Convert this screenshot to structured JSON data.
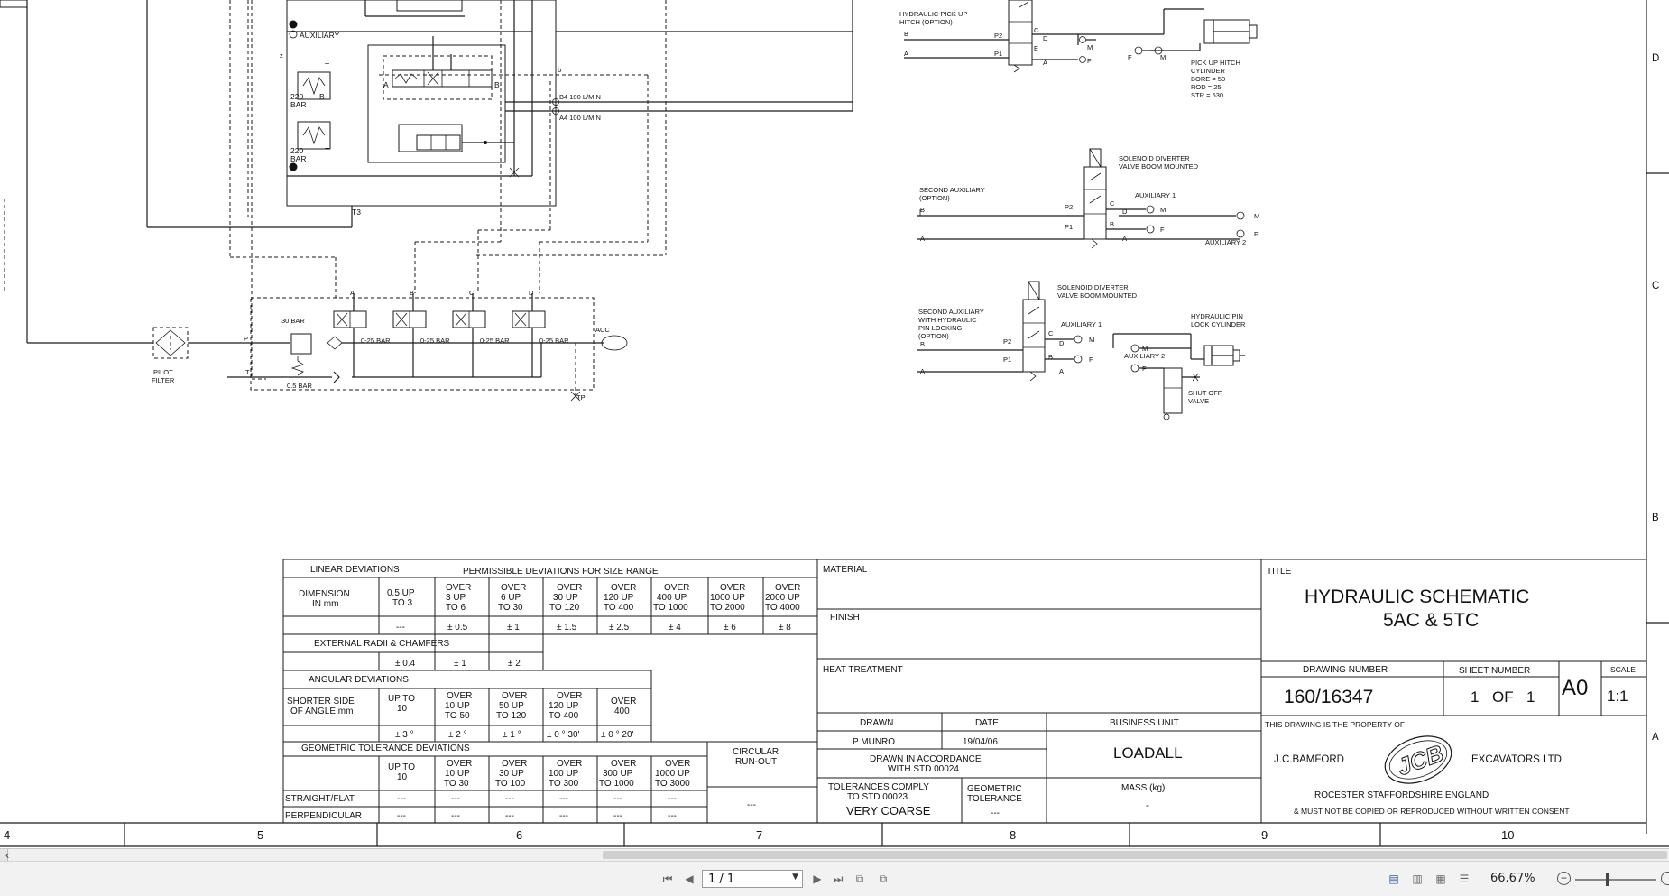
{
  "schematic": {
    "top_left": {
      "auxiliary": "AUXILIARY",
      "bar220_top": "220",
      "bar_top": "BAR",
      "bar220_bot": "220",
      "bar_bot": "BAR",
      "t_label": "T",
      "b_label": "B",
      "a_label": "A",
      "t3": "T3",
      "z": "z",
      "b_small": "b",
      "b4_flow": "B4 100 L/MIN",
      "a4_flow": "A4 100 L/MIN"
    },
    "pilot": {
      "bar30": "30 BAR",
      "bar05": "0.5 BAR",
      "p": "P",
      "t": "T",
      "pilot_filter_1": "PILOT",
      "pilot_filter_2": "FILTER",
      "acc": "ACC",
      "tp": "TP",
      "cols": [
        "A",
        "B",
        "C",
        "D"
      ],
      "range": "0-25 BAR"
    },
    "pickup_hitch": {
      "title_1": "HYDRAULIC PICK UP",
      "title_2": "HITCH (OPTION)",
      "b": "B",
      "a": "A",
      "p2": "P2",
      "p1": "P1",
      "c": "C",
      "d": "D",
      "e": "E",
      "f": "F",
      "m": "M",
      "cyl_1": "PICK UP HITCH",
      "cyl_2": "CYLINDER",
      "bore": "BORE = 50",
      "rod": "ROD = 25",
      "str": "STR = 530"
    },
    "second_aux": {
      "title_1": "SECOND AUXILIARY",
      "title_2": "(OPTION)",
      "valve_1": "SOLENOID DIVERTER",
      "valve_2": "VALVE BOOM MOUNTED",
      "aux1": "AUXILIARY 1",
      "aux2": "AUXILIARY 2",
      "p2": "P2",
      "p1": "P1",
      "b": "B",
      "a": "A",
      "c": "C",
      "d": "D",
      "m": "M",
      "f": "F"
    },
    "pin_locking": {
      "title_1": "SECOND AUXILIARY",
      "title_2": "WITH HYDRAULIC",
      "title_3": "PIN LOCKING",
      "title_4": "(OPTION)",
      "valve_1": "SOLENOID DIVERTER",
      "valve_2": "VALVE BOOM MOUNTED",
      "aux1": "AUXILIARY 1",
      "aux2": "AUXILIARY 2",
      "cyl_1": "HYDRAULIC PIN",
      "cyl_2": "LOCK CYLINDER",
      "shut_1": "SHUT OFF",
      "shut_2": "VALVE",
      "p2": "P2",
      "p1": "P1",
      "b": "B",
      "a": "A",
      "c": "C",
      "d": "D",
      "m": "M",
      "f": "F"
    },
    "zone_letters": [
      "D",
      "C",
      "B",
      "A"
    ],
    "column_numbers": [
      "4",
      "5",
      "6",
      "7",
      "8",
      "9",
      "10"
    ]
  },
  "tolerance_table": {
    "linear": "LINEAR DEVIATIONS",
    "permissible": "PERMISSIBLE DEVIATIONS FOR SIZE RANGE",
    "dimension_1": "DIMENSION",
    "dimension_2": "IN mm",
    "ranges": [
      [
        "0.5 UP",
        "TO 3",
        ""
      ],
      [
        "OVER",
        "3 UP",
        "TO 6"
      ],
      [
        "OVER",
        "6 UP",
        "TO 30"
      ],
      [
        "OVER",
        "30 UP",
        "TO 120"
      ],
      [
        "OVER",
        "120 UP",
        "TO 400"
      ],
      [
        "OVER",
        "400 UP",
        "TO 1000"
      ],
      [
        "OVER",
        "1000 UP",
        "TO 2000"
      ],
      [
        "OVER",
        "2000 UP",
        "TO 4000"
      ]
    ],
    "linear_values": [
      "---",
      "± 0.5",
      "± 1",
      "± 1.5",
      "± 2.5",
      "± 4",
      "± 6",
      "± 8"
    ],
    "radii": "EXTERNAL RADII & CHAMFERS",
    "radii_values": [
      "± 0.4",
      "± 1",
      "± 2"
    ],
    "angular": "ANGULAR DEVIATIONS",
    "shorter_1": "SHORTER SIDE",
    "shorter_2": "OF ANGLE mm",
    "ang_ranges": [
      [
        "UP TO",
        "10",
        ""
      ],
      [
        "OVER",
        "10 UP",
        "TO 50"
      ],
      [
        "OVER",
        "50 UP",
        "TO 120"
      ],
      [
        "OVER",
        "120 UP",
        "TO 400"
      ],
      [
        "OVER",
        "400",
        ""
      ]
    ],
    "ang_values": [
      "± 3 °",
      "± 2 °",
      "± 1 °",
      "± 0 ° 30'",
      "± 0 ° 20'"
    ],
    "geometric": "GEOMETRIC TOLERANCE DEVIATIONS",
    "geo_ranges": [
      [
        "UP TO",
        "10",
        ""
      ],
      [
        "OVER",
        "10 UP",
        "TO 30"
      ],
      [
        "OVER",
        "30 UP",
        "TO 100"
      ],
      [
        "OVER",
        "100 UP",
        "TO 300"
      ],
      [
        "OVER",
        "300 UP",
        "TO 1000"
      ],
      [
        "OVER",
        "1000 UP",
        "TO 3000"
      ]
    ],
    "circular_1": "CIRCULAR",
    "circular_2": "RUN-OUT",
    "straight": "STRAIGHT/FLAT",
    "perpendicular": "PERPENDICULAR",
    "dash": "---"
  },
  "title_block": {
    "material": "MATERIAL",
    "finish": "FINISH",
    "heat": "HEAT TREATMENT",
    "drawn": "DRAWN",
    "date": "DATE",
    "business_unit": "BUSINESS UNIT",
    "drawn_by": "P MUNRO",
    "date_value": "19/04/06",
    "accordance_1": "DRAWN IN ACCORDANCE",
    "accordance_2": "WITH STD 00024",
    "business_value": "LOADALL",
    "tol_comply_1": "TOLERANCES COMPLY",
    "tol_comply_2": "TO STD 00023",
    "very_coarse": "VERY COARSE",
    "geo_tol_1": "GEOMETRIC",
    "geo_tol_2": "TOLERANCE",
    "geo_tol_value": "---",
    "mass": "MASS (kg)",
    "mass_value": "-",
    "title_label": "TITLE",
    "title_1": "HYDRAULIC SCHEMATIC",
    "title_2": "5AC & 5TC",
    "drawing_number_label": "DRAWING NUMBER",
    "drawing_number": "160/16347",
    "sheet_number_label": "SHEET NUMBER",
    "sheet_1": "1",
    "sheet_of": "OF",
    "sheet_2": "1",
    "size": "A0",
    "scale_label": "SCALE",
    "scale": "1:1",
    "property": "THIS DRAWING IS THE PROPERTY OF",
    "jc": "J.C.BAMFORD",
    "excavators": "EXCAVATORS LTD",
    "logo": "JCB",
    "address": "ROCESTER   STAFFORDSHIRE   ENGLAND",
    "consent": "& MUST NOT BE COPIED OR REPRODUCED WITHOUT WRITTEN CONSENT"
  },
  "toolbar": {
    "page": "1 / 1",
    "zoom": "66.67%"
  }
}
